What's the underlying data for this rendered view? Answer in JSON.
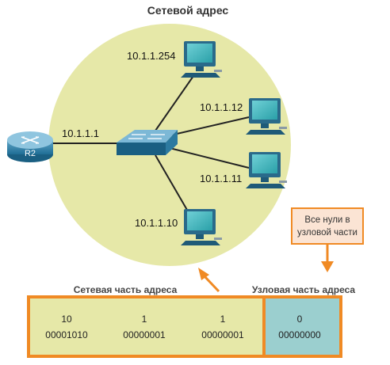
{
  "title": "Сетевой адрес",
  "router": {
    "name": "R2",
    "address": "10.1.1.1"
  },
  "hosts": [
    {
      "address": "10.1.1.254"
    },
    {
      "address": "10.1.1.12"
    },
    {
      "address": "10.1.1.11"
    },
    {
      "address": "10.1.1.10"
    }
  ],
  "callout": {
    "line1": "Все нули в",
    "line2": "узловой части"
  },
  "network_part_label": "Сетевая часть адреса",
  "host_part_label": "Узловая часть адреса",
  "octets": [
    {
      "decimal": "10",
      "binary": "00001010"
    },
    {
      "decimal": "1",
      "binary": "00000001"
    },
    {
      "decimal": "1",
      "binary": "00000001"
    },
    {
      "decimal": "0",
      "binary": "00000000"
    }
  ],
  "colors": {
    "network_circle": "#e6e8a8",
    "network_part_fill": "#e6e8a8",
    "host_part_fill": "#9bcfcf",
    "orange": "#f08a24",
    "callout_fill": "#fbe4d4"
  }
}
